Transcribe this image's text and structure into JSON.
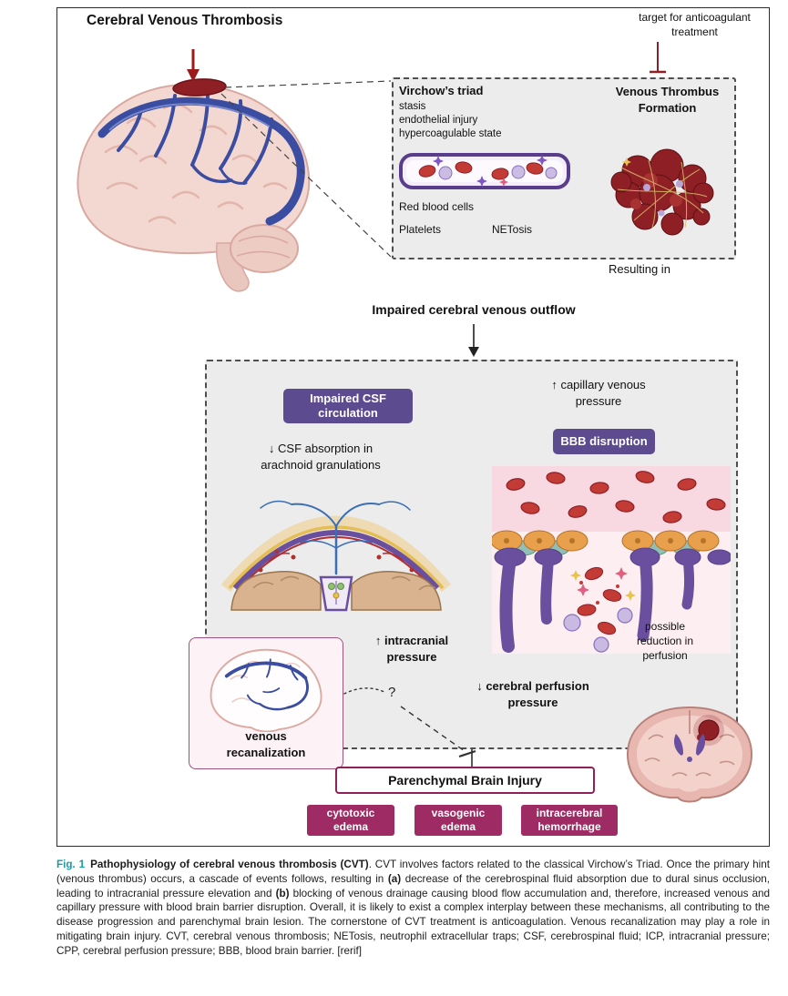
{
  "figure": {
    "title": "Cerebral Venous Thrombosis",
    "anticoagulant_note": "target for anticoagulant treatment",
    "virchow_box": {
      "heading": "Virchow’s triad",
      "items": [
        "stasis",
        "endothelial injury",
        "hypercoagulable state"
      ],
      "rbc_label": "Red blood cells",
      "platelets_label": "Platelets",
      "netosis_label": "NETosis",
      "thrombus_heading": "Venous Thrombus Formation"
    },
    "resulting_in": "Resulting in",
    "outflow_label": "Impaired cerebral venous outflow",
    "mechanisms": {
      "impaired_csf": "Impaired CSF circulation",
      "capillary_pressure": "↑ capillary venous pressure",
      "bbb_disruption": "BBB disruption",
      "csf_absorption": "↓ CSF absorption in arachnoid granulations",
      "possible_reduction": "possible reduction in perfusion",
      "intracranial_pressure": "↑ intracranial pressure",
      "cerebral_perfusion": "↓ cerebral perfusion pressure"
    },
    "recanalization_label": "venous recanalization",
    "question_mark": "?",
    "injury_label": "Parenchymal Brain Injury",
    "outcomes": [
      "cytotoxic edema",
      "vasogenic edema",
      "intracerebral hemorrhage"
    ]
  },
  "caption": {
    "fig_label": "Fig. 1",
    "title": "Pathophysiology of cerebral venous thrombosis (CVT)",
    "body_1": ". CVT involves factors related to the classical Virchow’s Triad. Once the primary hint (venous thrombus) occurs, a cascade of events follows, resulting in ",
    "marker_a": "(a)",
    "body_2": " decrease of the cerebrospinal fluid absorption due to dural sinus occlusion, leading to intracranial pressure elevation and ",
    "marker_b": "(b)",
    "body_3": " blocking of venous drainage causing blood flow accumulation and, therefore, increased venous and capillary pressure with blood brain barrier disruption. Overall, it is likely to exist a complex interplay between these mechanisms, all contributing to the disease progression and parenchymal brain lesion. The cornerstone of CVT treatment is anticoagulation. Venous recanalization may play a role in mitigating brain injury. CVT, cerebral venous thrombosis; NETosis, neutrophil extracellular traps; CSF, cerebrospinal fluid; ICP, intracranial pressure; CPP, cerebral perfusion pressure; BBB, blood brain barrier. [rerif]"
  },
  "colors": {
    "accent_purple": "#5c4b8f",
    "accent_magenta": "#9e2b63",
    "injury_border": "#8e2157",
    "dark_red": "#8e1f27",
    "fig_label_teal": "#1d9aa5"
  }
}
